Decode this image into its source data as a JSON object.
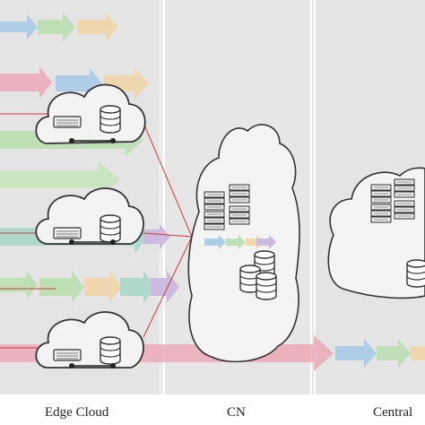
{
  "labels": {
    "edge": "Edge Cloud",
    "cn": "CN",
    "central": "Central"
  },
  "colors": {
    "panel": "#e4e4e4",
    "divider": "#ffffff",
    "link": "#cc3a3a",
    "arrow_blue": "#a7c9e8",
    "arrow_green": "#b9dfb0",
    "arrow_orange": "#f2d7a6",
    "arrow_pink": "#ecaab8",
    "arrow_purple": "#c8b3de",
    "arrow_yellow": "#f0eca0",
    "arrow_teal": "#a6d8c8"
  },
  "icons": [
    "cloud-icon",
    "server-icon",
    "database-icon"
  ]
}
